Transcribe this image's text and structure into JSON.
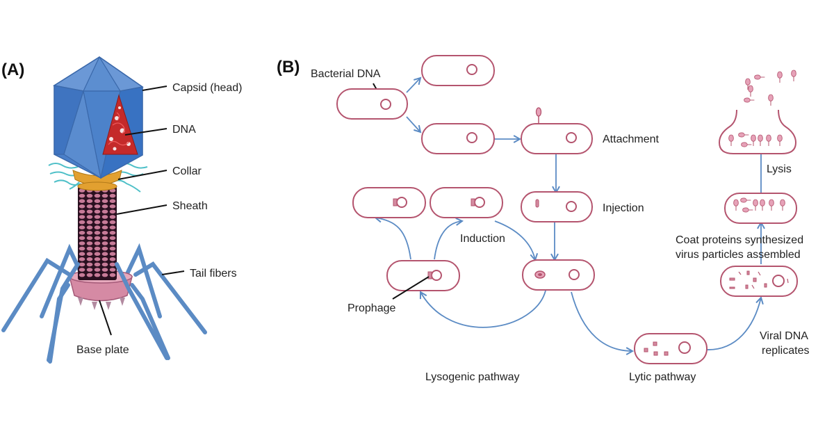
{
  "panels": {
    "a": {
      "label": "(A)",
      "parts": {
        "capsid": "Capsid (head)",
        "dna": "DNA",
        "collar": "Collar",
        "sheath": "Sheath",
        "tail_fibers": "Tail fibers",
        "base_plate": "Base plate"
      },
      "colors": {
        "capsid": "#4a7fc9",
        "dna": "#c42a2a",
        "collar": "#e2a030",
        "sheath": "#c77b98",
        "fibers": "#5b8bc4",
        "whiskers": "#4fc0c8"
      }
    },
    "b": {
      "label": "(B)",
      "labels": {
        "bacterial_dna": "Bacterial DNA",
        "attachment": "Attachment",
        "injection": "Injection",
        "induction": "Induction",
        "prophage": "Prophage",
        "lysis": "Lysis",
        "coat_line1": "Coat proteins synthesized",
        "coat_line2": "virus particles assembled",
        "replicates_line1": "Viral DNA",
        "replicates_line2": "replicates",
        "lysogenic": "Lysogenic pathway",
        "lytic": "Lytic pathway"
      },
      "colors": {
        "cell_outline": "#b4546e",
        "arrow": "#5b8bc4"
      }
    }
  }
}
